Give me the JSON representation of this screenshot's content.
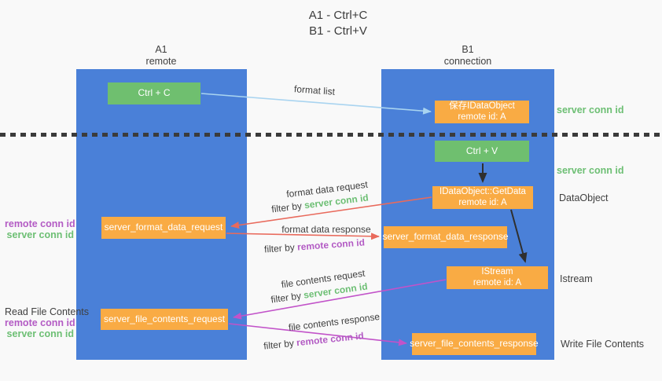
{
  "title": {
    "line1": "A1 - Ctrl+C",
    "line2": "B1 - Ctrl+V"
  },
  "lanes": {
    "a": {
      "name": "A1",
      "subtitle": "remote"
    },
    "b": {
      "name": "B1",
      "subtitle": "connection"
    }
  },
  "nodes": {
    "ctrl_c": {
      "label": "Ctrl + C"
    },
    "ctrl_v": {
      "label": "Ctrl + V"
    },
    "save_dataobject": {
      "line1": "保存IDataObject",
      "line2": "remote id: A"
    },
    "getdata": {
      "line1": "IDataObject::GetData",
      "line2": "remote id: A"
    },
    "istream": {
      "line1": "IStream",
      "line2": "remote id: A"
    },
    "server_format_data_request": {
      "label": "server_format_data_request"
    },
    "server_format_data_response": {
      "label": "server_format_data_response"
    },
    "server_file_contents_request": {
      "label": "server_file_contents_request"
    },
    "server_file_contents_response": {
      "label": "server_file_contents_response"
    }
  },
  "edge_labels": {
    "format_list": "format list",
    "format_data_request": "format data request",
    "format_data_response": "format data response",
    "file_contents_request": "file contents request",
    "file_contents_response": "file contents response",
    "filter_by": "filter by",
    "server_conn_id": "server conn id",
    "remote_conn_id": "remote conn id"
  },
  "side_labels": {
    "server_conn_id_top": "server conn id",
    "server_conn_id_mid": "server conn id",
    "dataobject": "DataObject",
    "istream": "Istream",
    "read_file_contents": "Read File Contents",
    "write_file_contents": "Write File Contents",
    "remote_conn_id": "remote conn id",
    "server_conn_id": "server conn id"
  },
  "colors": {
    "lane_blue": "#4a80d8",
    "box_green": "#6fbf6f",
    "box_orange": "#f9ab44",
    "arrow_blue": "#a9d4f0",
    "arrow_red": "#e96a5c",
    "arrow_magenta": "#c253c9",
    "arrow_black": "#2f2f2f",
    "label_green": "#6dbf74",
    "label_purple": "#b35bc4",
    "text_dark": "#3d3d3d",
    "bg": "#f9f9f9"
  }
}
